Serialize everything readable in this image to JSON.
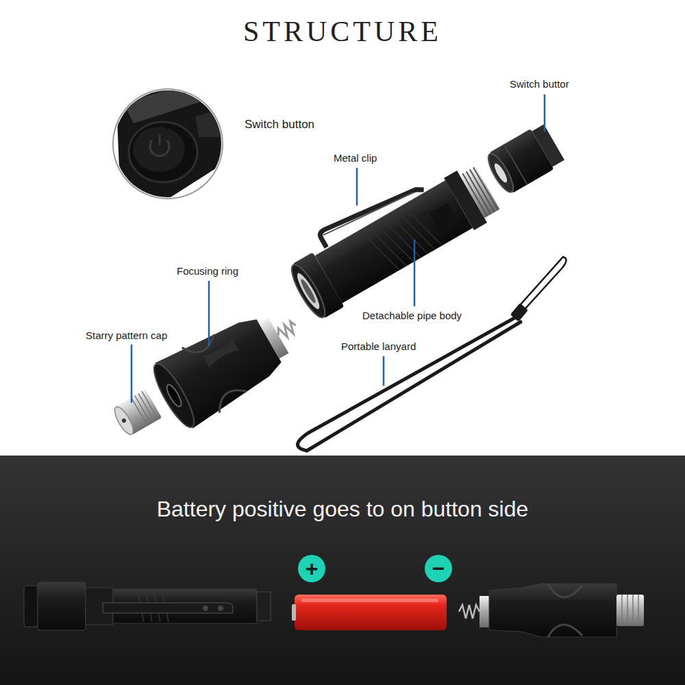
{
  "diagram": {
    "title": "STRUCTURE",
    "labels": [
      "Switch buttor",
      "Switch button",
      "Metal clip",
      "Focusing ring",
      "Detachable pipe body",
      "Starry pattern cap",
      "Portable lanyard",
      "Battery positive goes to on button side",
      "+",
      "−"
    ]
  }
}
